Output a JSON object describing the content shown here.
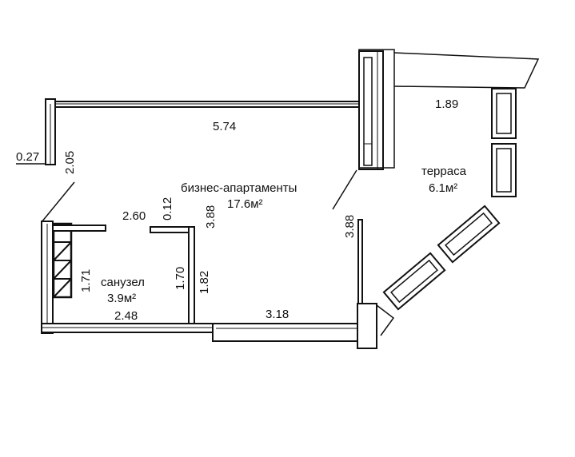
{
  "rooms": {
    "main": {
      "name": "бизнес-апартаменты",
      "area": "17.6м²"
    },
    "bath": {
      "name": "санузел",
      "area": "3.9м²"
    },
    "terrace": {
      "name": "терраса",
      "area": "6.1м²"
    }
  },
  "dimensions": {
    "top_wall": "5.74",
    "left_thick": "0.27",
    "left_upper": "2.05",
    "bath_width": "2.60",
    "bath_top_gap": "0.12",
    "main_center_v": "3.88",
    "right_v": "3.88",
    "terrace_w": "1.89",
    "bath_left_v": "1.71",
    "bath_right_v": "1.70",
    "bath_outer_v": "1.82",
    "bath_bottom": "2.48",
    "bottom_wall": "3.18"
  },
  "colors": {
    "line": "#111111",
    "background": "#ffffff"
  }
}
